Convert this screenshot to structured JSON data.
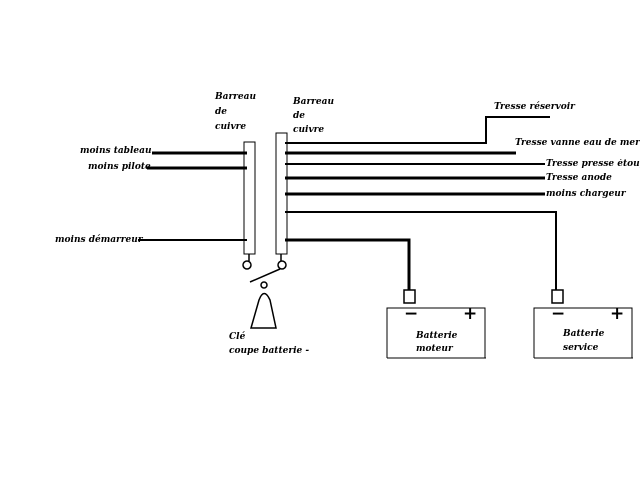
{
  "labels": {
    "busbar_left": [
      "Barreau",
      "de",
      "cuivre"
    ],
    "busbar_right": [
      "Barreau",
      "de",
      "cuivre"
    ],
    "moins_tableau": "moins tableau",
    "moins_pilote": "moins pilote",
    "moins_demarreur": "moins démarreur",
    "tresse_reservoir": "Tresse réservoir",
    "tresse_vanne": "Tresse vanne eau de mer",
    "tresse_presse": "Tresse presse étoupe",
    "tresse_anode": "Tresse anode",
    "moins_chargeur": "moins chargeur",
    "cle": "Clé",
    "coupe_batterie": "coupe batterie -",
    "batterie_moteur": [
      "Batterie",
      "moteur"
    ],
    "batterie_service": [
      "Batterie",
      "service"
    ],
    "minus_sign": "−",
    "plus_sign": "+"
  },
  "colors": {
    "ink": "#000000",
    "background": "#ffffff"
  }
}
